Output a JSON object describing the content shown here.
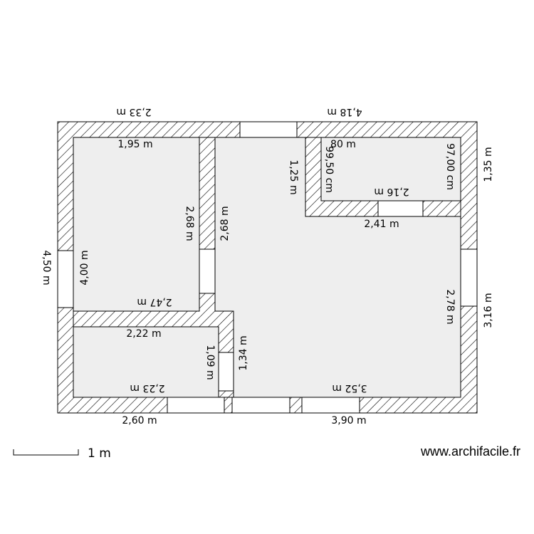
{
  "dimensions": {
    "top_left_ext": "2,33 m",
    "top_right_ext": "4,18 m",
    "room1_width": "1,95 m",
    "room1_height": "2,68 m",
    "hall_height": "2,68 m",
    "room1_bottom": "2,47 m",
    "left_ext": "4,50 m",
    "room1_left": "4,00 m",
    "room2_top": "2,22 m",
    "room2_right": "1,09 m",
    "room2_bottom": "2,23 m",
    "bottom_left_ext": "2,60 m",
    "hall_right": "1,34 m",
    "small_top": "80 m",
    "small_left": "99,50 cm",
    "small_right": "97,00 cm",
    "small_bottom": "2,16 m",
    "small_step": "1,25 m",
    "right_ext_top": "1,35 m",
    "notch_bottom": "2,41 m",
    "main_right": "2,78 m",
    "right_ext_bottom": "3,16 m",
    "main_bottom": "3,52 m",
    "bottom_right_ext": "3,90 m"
  },
  "scale": {
    "label": "1 m"
  },
  "watermark": "www.archifacile.fr"
}
